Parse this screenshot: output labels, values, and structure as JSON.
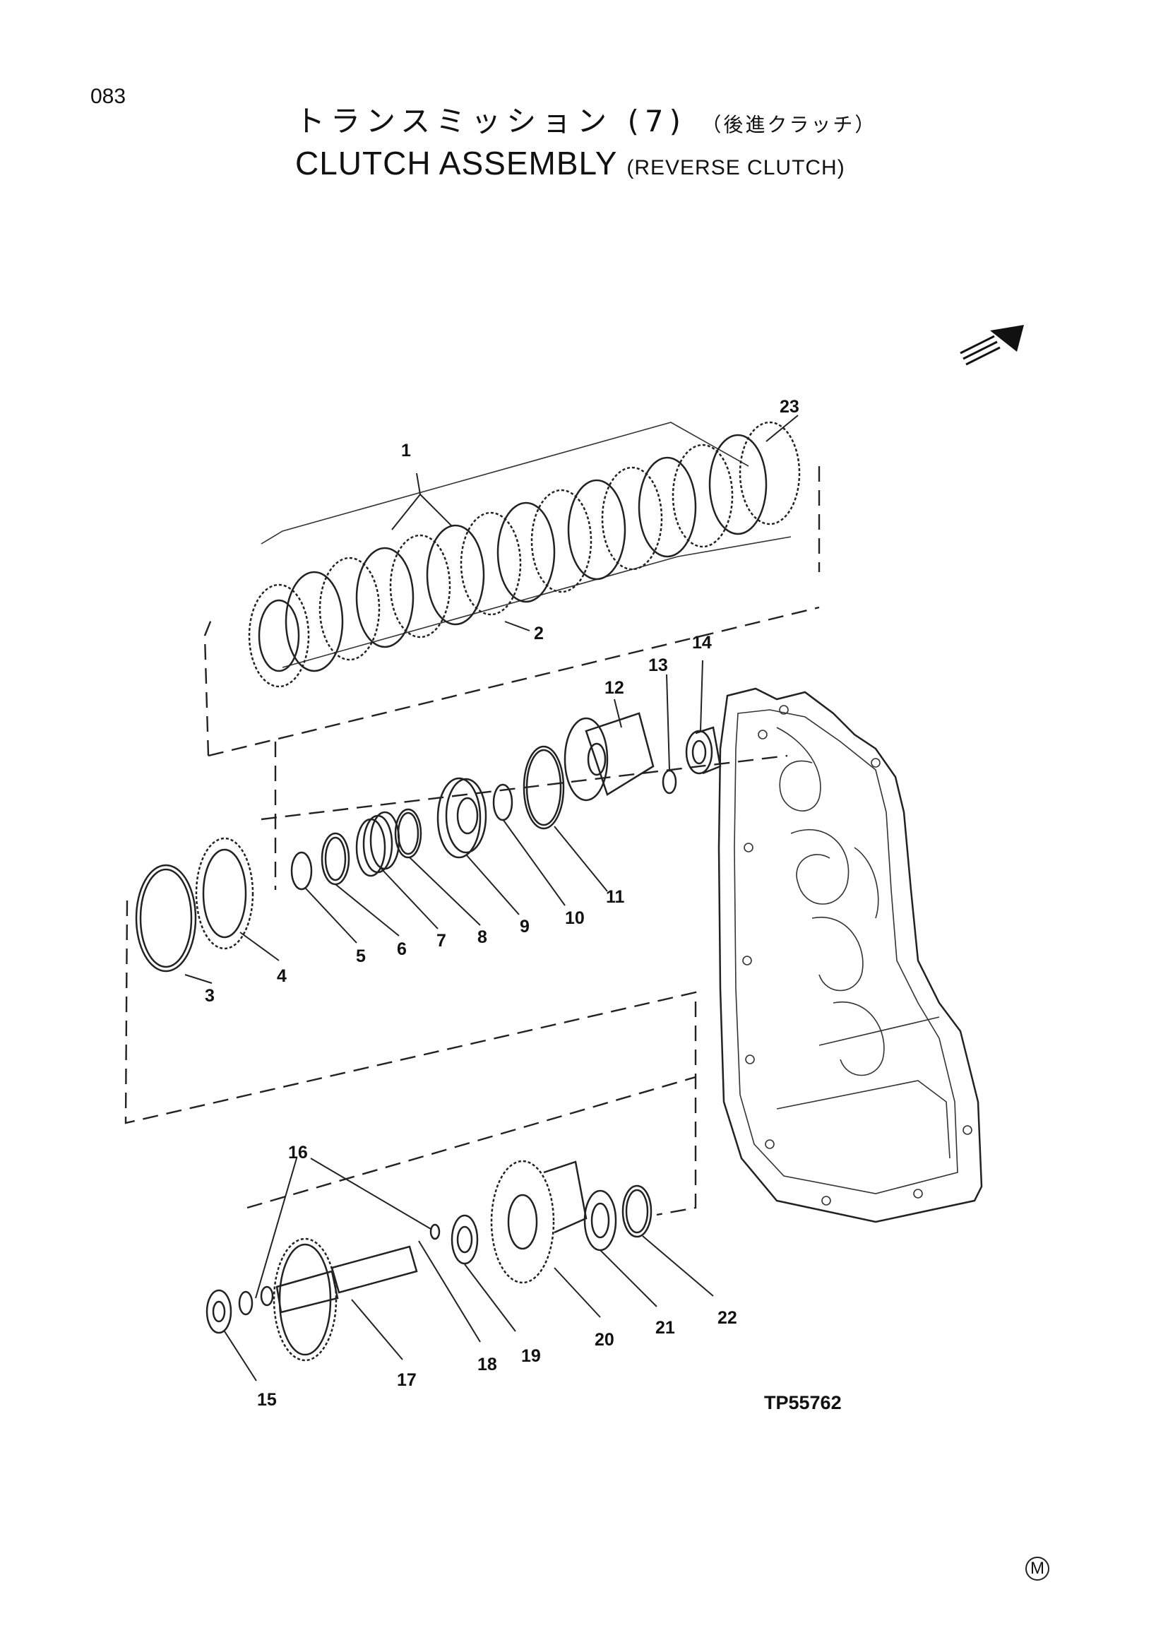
{
  "page": {
    "number": "083"
  },
  "title": {
    "jp_main": "トランスミッション (7)",
    "jp_sub": "（後進クラッチ）",
    "en_main": "CLUTCH ASSEMBLY",
    "en_sub": "(REVERSE CLUTCH)"
  },
  "figure_code": "TP55762",
  "callouts": [
    "1",
    "2",
    "3",
    "4",
    "5",
    "6",
    "7",
    "8",
    "9",
    "10",
    "11",
    "12",
    "13",
    "14",
    "15",
    "16",
    "17",
    "18",
    "19",
    "20",
    "21",
    "22",
    "23"
  ],
  "footer_mark": "M",
  "icons": [
    "direction-arrow-icon"
  ]
}
